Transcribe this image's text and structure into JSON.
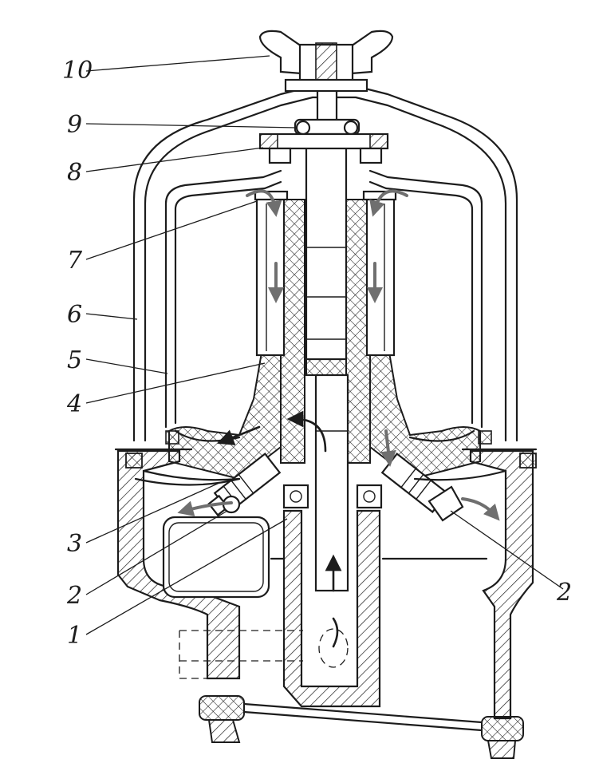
{
  "callouts": [
    {
      "id": "c10",
      "text": "10"
    },
    {
      "id": "c9",
      "text": "9"
    },
    {
      "id": "c8",
      "text": "8"
    },
    {
      "id": "c7",
      "text": "7"
    },
    {
      "id": "c6",
      "text": "6"
    },
    {
      "id": "c5",
      "text": "5"
    },
    {
      "id": "c4",
      "text": "4"
    },
    {
      "id": "c3",
      "text": "3"
    },
    {
      "id": "c2a",
      "text": "2"
    },
    {
      "id": "c1",
      "text": "1"
    },
    {
      "id": "c2b",
      "text": "2"
    }
  ],
  "colors": {
    "ink": "#1c1c1c",
    "flow_arrows": "#6f6f6f",
    "paper": "#ffffff"
  }
}
